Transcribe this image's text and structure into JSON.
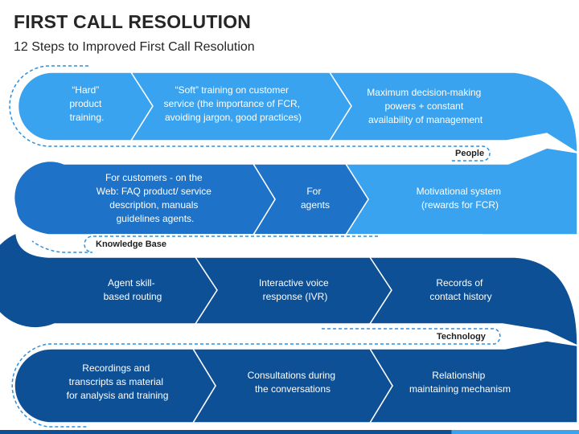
{
  "title": "FIRST CALL RESOLUTION",
  "subtitle": "12 Steps to Improved First Call Resolution",
  "colors": {
    "light_blue": "#3aa3f0",
    "mid_blue": "#1e73c8",
    "dark_blue": "#0d5096",
    "dash": "#2a8fe0",
    "band": "#ffffff"
  },
  "categories": {
    "people": "People",
    "knowledge_base": "Knowledge Base",
    "technology": "Technology"
  },
  "steps": [
    {
      "lines": [
        "“Hard”",
        "product",
        "training."
      ]
    },
    {
      "lines": [
        "“Soft” training on customer",
        "service (the importance of FCR,",
        "avoiding  jargon, good practices)"
      ]
    },
    {
      "lines": [
        "Maximum decision-making",
        "powers + constant",
        "availability of management"
      ]
    },
    {
      "lines": [
        "Motivational system",
        "(rewards for FCR)"
      ]
    },
    {
      "lines": [
        "For",
        "agents"
      ]
    },
    {
      "lines": [
        "For customers - on the",
        "Web: FAQ product/ service",
        "description, manuals",
        "guidelines agents."
      ]
    },
    {
      "lines": [
        "Agent skill-",
        "based routing"
      ]
    },
    {
      "lines": [
        "Interactive voice",
        "response (IVR)"
      ]
    },
    {
      "lines": [
        "Records of",
        "contact history"
      ]
    },
    {
      "lines": [
        "Relationship",
        "maintaining mechanism"
      ]
    },
    {
      "lines": [
        "Consultations during",
        "the conversations"
      ]
    },
    {
      "lines": [
        "Recordings and",
        "transcripts as material",
        "for analysis and training"
      ]
    }
  ]
}
